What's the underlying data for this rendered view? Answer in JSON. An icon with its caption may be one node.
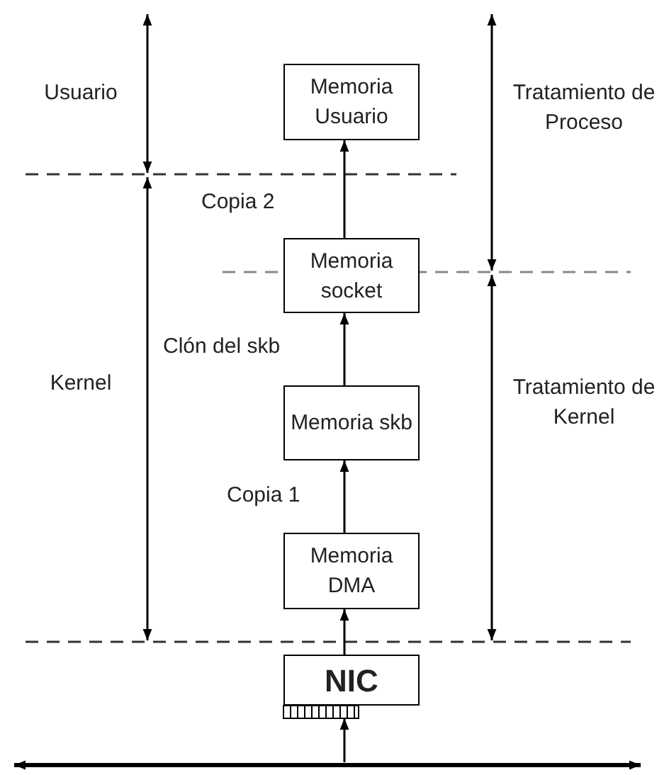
{
  "diagram": {
    "nodes": [
      {
        "text": [
          "Memoria Usuario"
        ]
      },
      {
        "text": [
          "Memoria socket"
        ]
      },
      {
        "text": [
          "Memoria skb"
        ]
      },
      {
        "text": [
          "Memoria DMA"
        ]
      },
      {
        "text": [
          "NIC"
        ]
      }
    ],
    "edges": [
      {
        "from": 1,
        "to": 0,
        "arrow": "to",
        "label": "Copia 2"
      },
      {
        "from": 2,
        "to": 1,
        "arrow": "to",
        "label": "Clón del skb"
      },
      {
        "from": 3,
        "to": 2,
        "arrow": "to",
        "label": "Copia 1"
      },
      {
        "from": 4,
        "to": 3,
        "arrow": "to"
      },
      {
        "from": null,
        "to": 4,
        "arrow": "to"
      }
    ],
    "labels": [
      "Usuario",
      "Tratamiento de Proceso",
      "Kernel",
      "Tratamiento de Kernel"
    ]
  }
}
